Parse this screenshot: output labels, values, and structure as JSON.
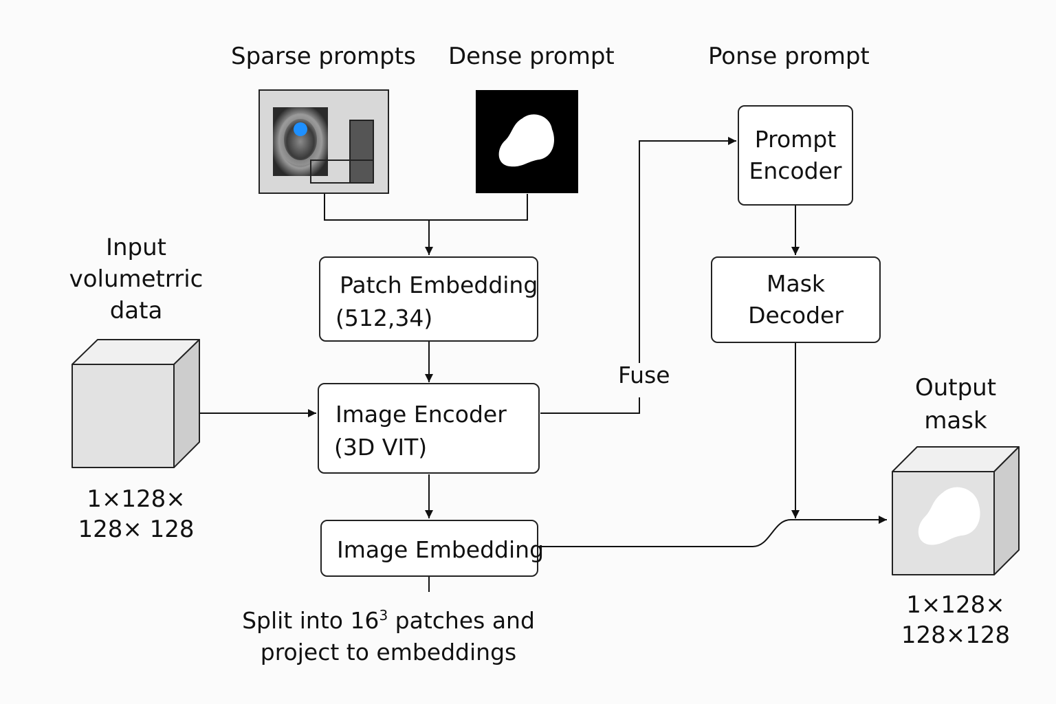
{
  "headers": {
    "sparse": "Sparse prompts",
    "dense": "Dense prompt",
    "ponse": "Ponse prompt"
  },
  "input": {
    "label_lines": [
      "Input",
      "volumetrric",
      "data"
    ],
    "dims_lines": [
      "1×128×",
      "128× 128"
    ]
  },
  "boxes": {
    "patch_embedding": {
      "line1": "Patch Embedding",
      "line2": "(512,34)"
    },
    "image_encoder": {
      "line1": "Image Encoder",
      "line2": "(3D VIT)"
    },
    "image_embedding": {
      "line1": "Image Embedding"
    },
    "prompt_encoder": {
      "line1": "Prompt",
      "line2": "Encoder"
    },
    "mask_decoder": {
      "line1": "Mask",
      "line2": "Decoder"
    }
  },
  "fuse_label": "Fuse",
  "split_note": {
    "line1_pre": "Split into 16",
    "line1_sup": "3",
    "line1_post": " patches and",
    "line2": "project to embeddings"
  },
  "output": {
    "label_lines": [
      "Output",
      "mask"
    ],
    "dims_lines": [
      "1×128×",
      "128×128"
    ]
  },
  "colors": {
    "sparse_point": "#1e90ff",
    "cube_face": "#e2e2e2",
    "cube_top": "#f0f0f0",
    "cube_side": "#cdcdcd"
  }
}
